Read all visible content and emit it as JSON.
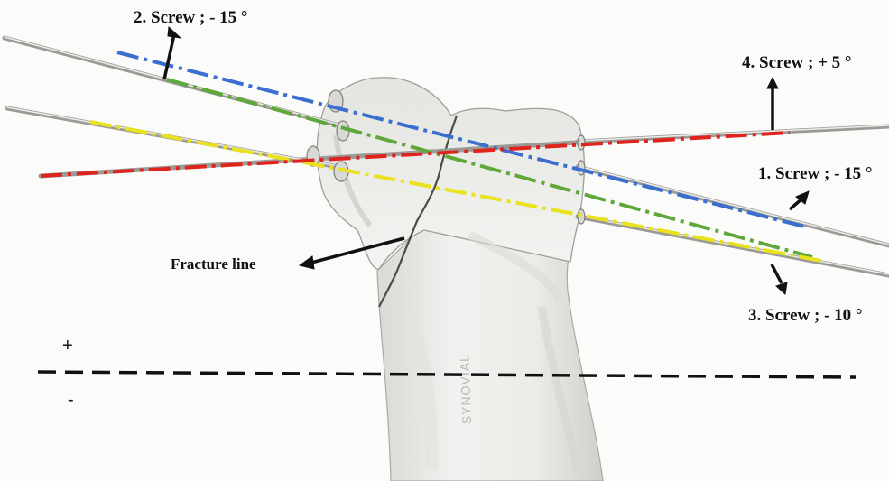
{
  "diagram": {
    "screws": [
      {
        "id": "screw-1",
        "label": "1. Screw ; - 15 °",
        "color": "#3a6fd0"
      },
      {
        "id": "screw-2",
        "label": "2. Screw ; - 15 °",
        "color": "#3a6fd0"
      },
      {
        "id": "screw-3",
        "label": "3. Screw ; - 10 °",
        "color": "#e9e21c"
      },
      {
        "id": "screw-4",
        "label": "4. Screw ; + 5 °",
        "color": "#e0231c"
      }
    ],
    "screw_colors": {
      "blue": "#3a6fd0",
      "green": "#5ea83a",
      "yellow": "#e9e21c",
      "red": "#e0231c"
    },
    "fracture_label": "Fracture line",
    "reference_line": {
      "plus": "+",
      "minus": "-"
    },
    "implant_text": "SYNOVIAL"
  }
}
